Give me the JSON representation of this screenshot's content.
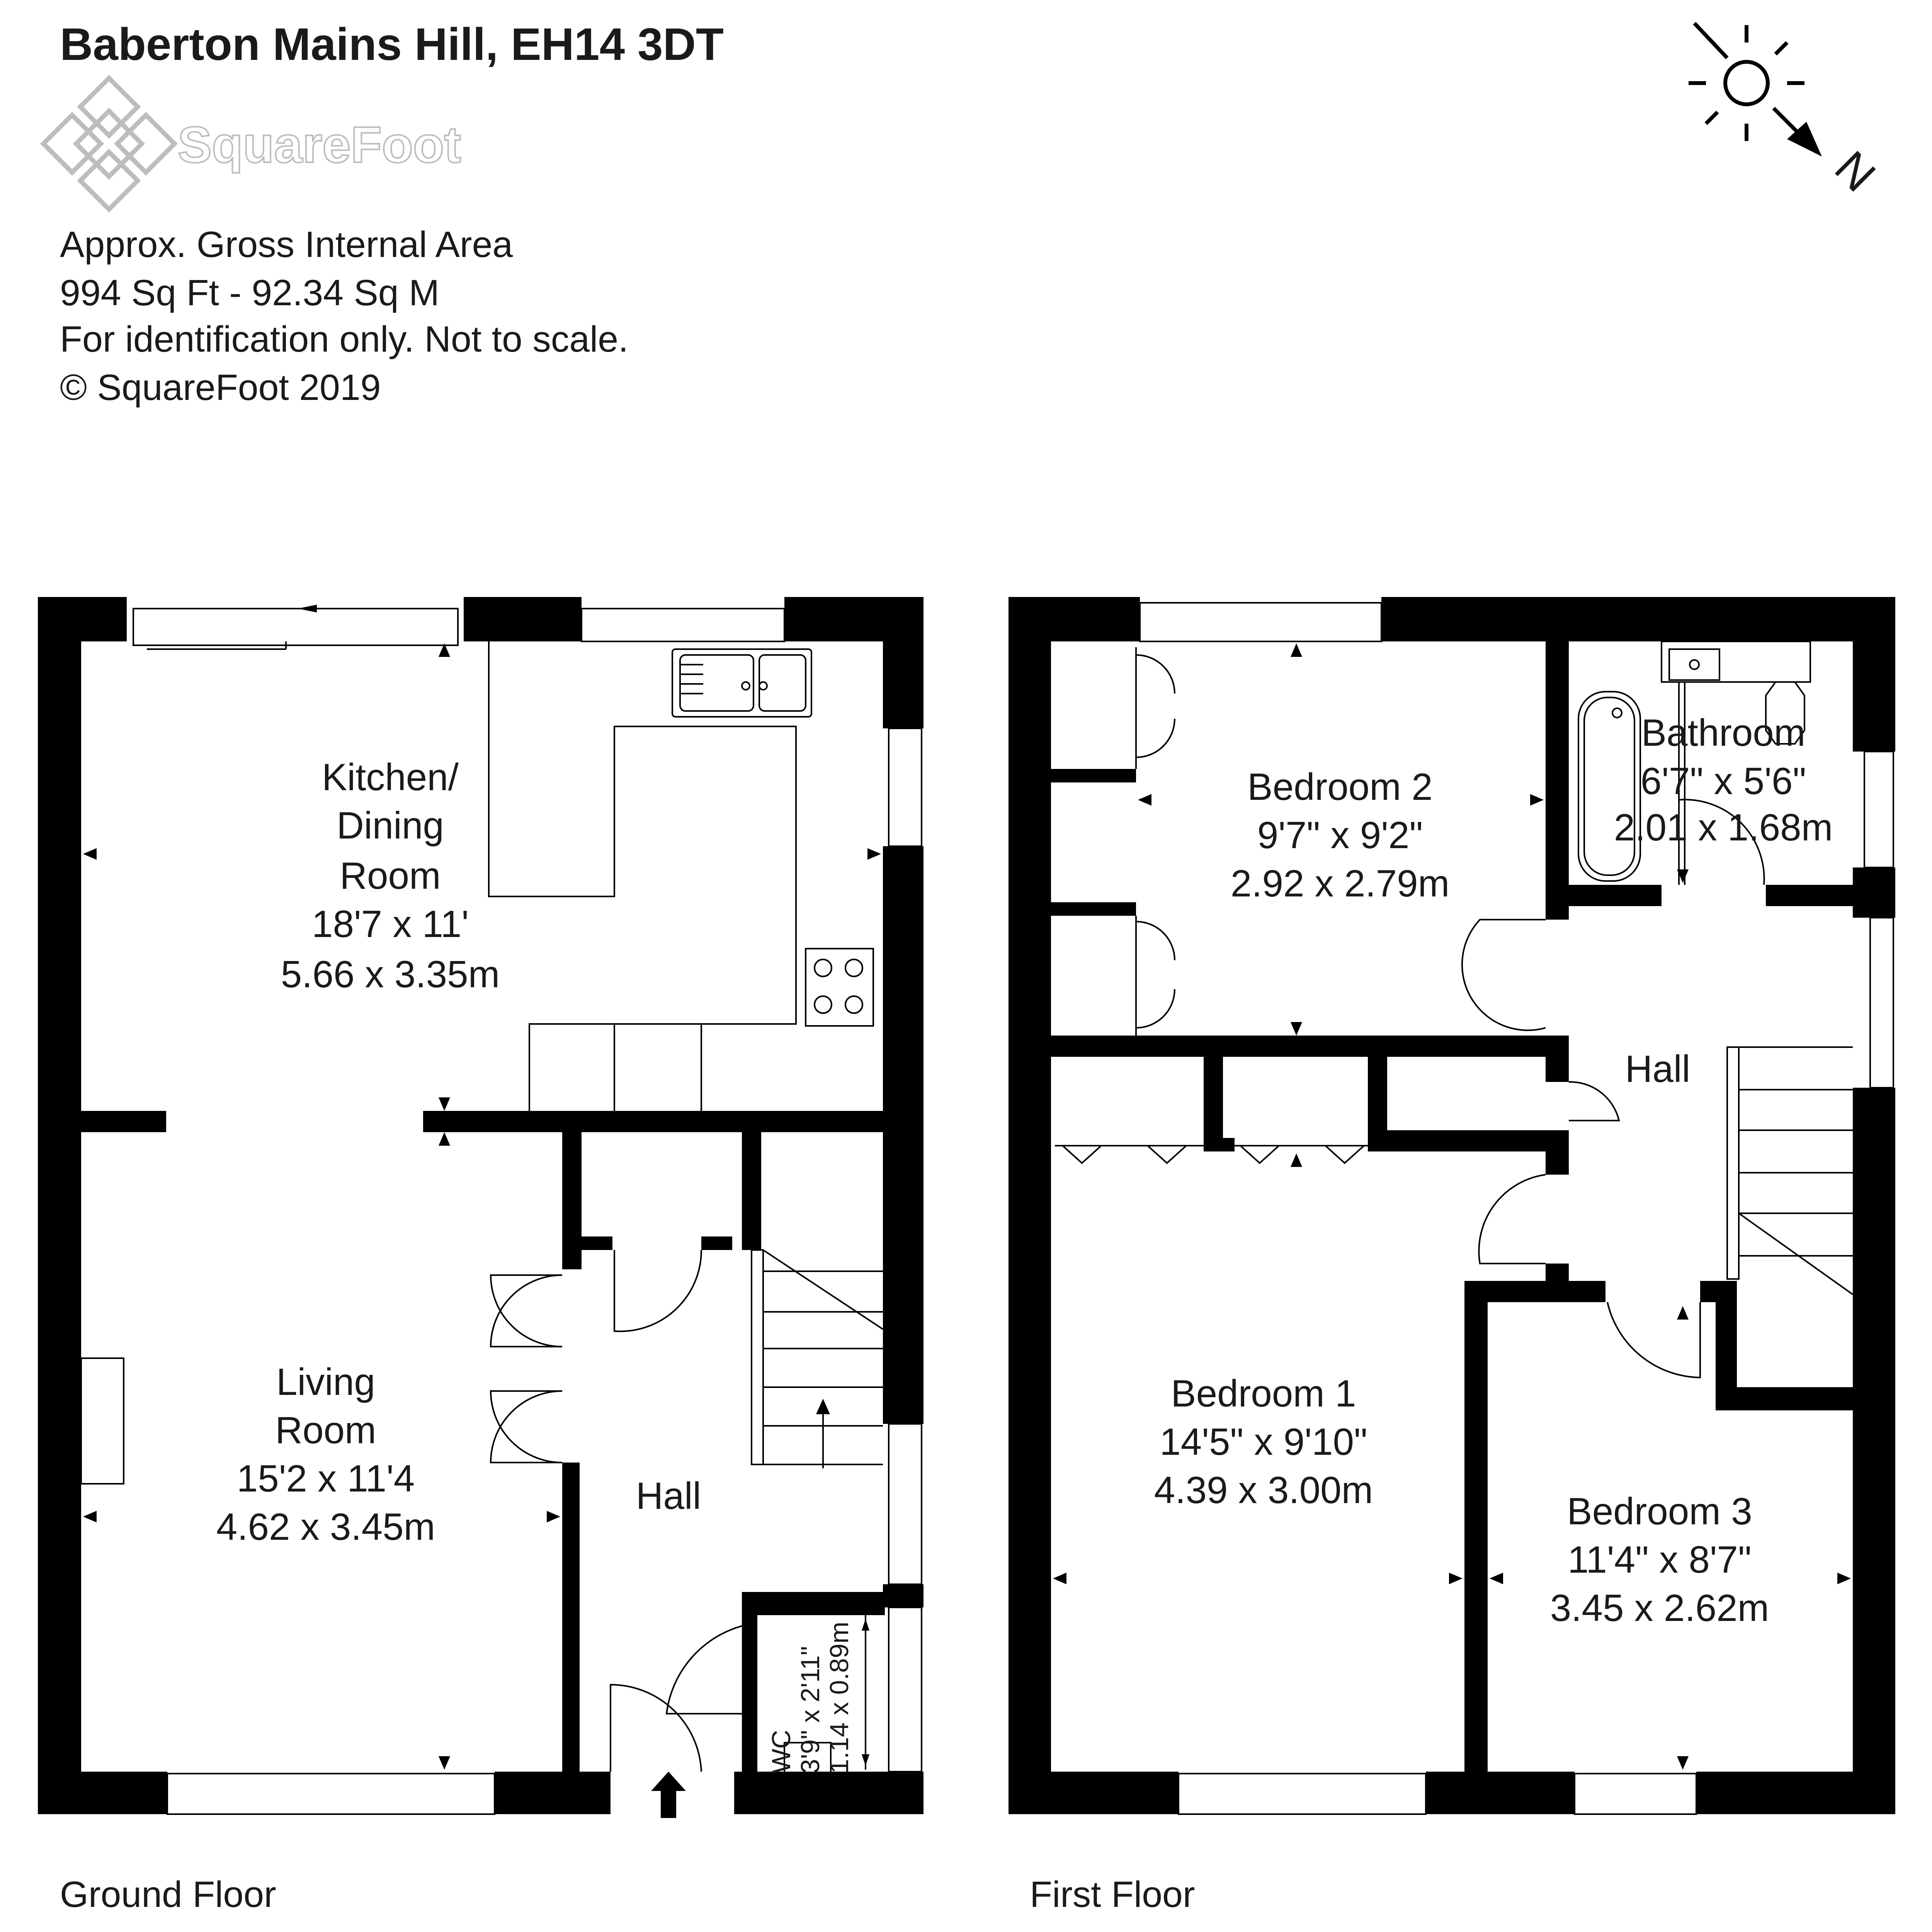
{
  "title": "Baberton Mains Hill, EH14 3DT",
  "logo": {
    "text": "SquareFoot",
    "icon": "squarefoot-logo-icon"
  },
  "info": {
    "line1": "Approx. Gross Internal Area",
    "line2": "994 Sq Ft  -  92.34 Sq M",
    "line3": "For identification only. Not to scale.",
    "line4": "© SquareFoot 2019"
  },
  "compass": {
    "icon": "sun-compass-icon",
    "letter": "N"
  },
  "ground_floor": {
    "label": "Ground Floor",
    "kitchen": {
      "l1": "Kitchen/",
      "l2": "Dining",
      "l3": "Room",
      "imperial": "18'7 x 11'",
      "metric": "5.66 x 3.35m"
    },
    "living": {
      "l1": "Living",
      "l2": "Room",
      "imperial": "15'2 x 11'4",
      "metric": "4.62 x 3.45m"
    },
    "hall": {
      "name": "Hall"
    },
    "wc": {
      "name": "WC",
      "imperial": "3'9\" x 2'11\"",
      "metric": "1.14 x 0.89m"
    }
  },
  "first_floor": {
    "label": "First Floor",
    "bedroom2": {
      "name": "Bedroom 2",
      "imperial": "9'7\" x 9'2\"",
      "metric": "2.92 x 2.79m"
    },
    "bathroom": {
      "name": "Bathroom",
      "imperial": "6'7\" x 5'6\"",
      "metric": "2.01 x 1.68m"
    },
    "hall": {
      "name": "Hall"
    },
    "bedroom1": {
      "name": "Bedroom 1",
      "imperial": "14'5\" x 9'10\"",
      "metric": "4.39 x 3.00m"
    },
    "bedroom3": {
      "name": "Bedroom 3",
      "imperial": "11'4\" x 8'7\"",
      "metric": "3.45 x 2.62m"
    }
  }
}
